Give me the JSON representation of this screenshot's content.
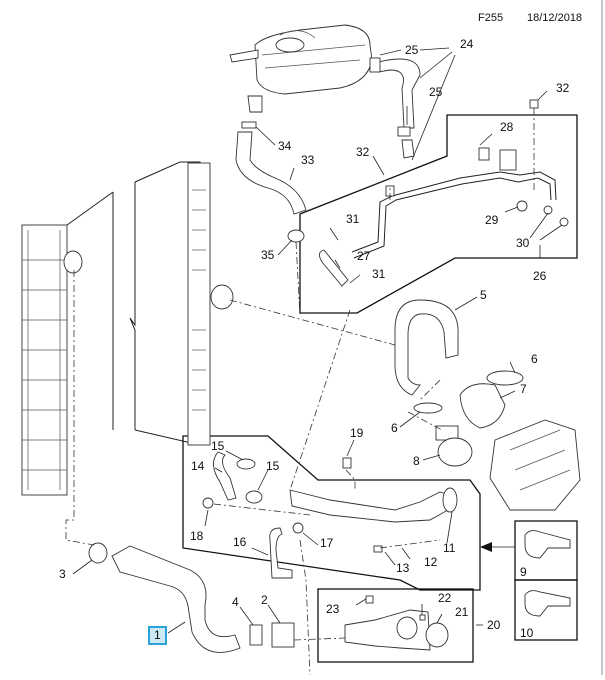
{
  "header": {
    "figure_code": "F255",
    "date": "18/12/2018"
  },
  "selected_callout": "1",
  "colors": {
    "selected_fill": "#cde9f6",
    "selected_border": "#2aa3d8",
    "line": "#222222"
  },
  "callouts": [
    {
      "id": "c1",
      "text": "1",
      "selected": true
    },
    {
      "id": "c2",
      "text": "2"
    },
    {
      "id": "c3",
      "text": "3"
    },
    {
      "id": "c4",
      "text": "4"
    },
    {
      "id": "c5",
      "text": "5"
    },
    {
      "id": "c6a",
      "text": "6"
    },
    {
      "id": "c6b",
      "text": "6"
    },
    {
      "id": "c7",
      "text": "7"
    },
    {
      "id": "c8",
      "text": "8"
    },
    {
      "id": "c9",
      "text": "9"
    },
    {
      "id": "c10",
      "text": "10"
    },
    {
      "id": "c11",
      "text": "11"
    },
    {
      "id": "c12",
      "text": "12"
    },
    {
      "id": "c13",
      "text": "13"
    },
    {
      "id": "c14",
      "text": "14"
    },
    {
      "id": "c15a",
      "text": "15"
    },
    {
      "id": "c15b",
      "text": "15"
    },
    {
      "id": "c16",
      "text": "16"
    },
    {
      "id": "c17",
      "text": "17"
    },
    {
      "id": "c18",
      "text": "18"
    },
    {
      "id": "c19",
      "text": "19"
    },
    {
      "id": "c20",
      "text": "20"
    },
    {
      "id": "c21",
      "text": "21"
    },
    {
      "id": "c22",
      "text": "22"
    },
    {
      "id": "c23",
      "text": "23"
    },
    {
      "id": "c24",
      "text": "24"
    },
    {
      "id": "c25a",
      "text": "25"
    },
    {
      "id": "c25b",
      "text": "25"
    },
    {
      "id": "c26",
      "text": "26"
    },
    {
      "id": "c27",
      "text": "27"
    },
    {
      "id": "c28",
      "text": "28"
    },
    {
      "id": "c29",
      "text": "29"
    },
    {
      "id": "c30",
      "text": "30"
    },
    {
      "id": "c31a",
      "text": "31"
    },
    {
      "id": "c31b",
      "text": "31"
    },
    {
      "id": "c32a",
      "text": "32"
    },
    {
      "id": "c32b",
      "text": "32"
    },
    {
      "id": "c33",
      "text": "33"
    },
    {
      "id": "c34",
      "text": "34"
    },
    {
      "id": "c35",
      "text": "35"
    }
  ]
}
